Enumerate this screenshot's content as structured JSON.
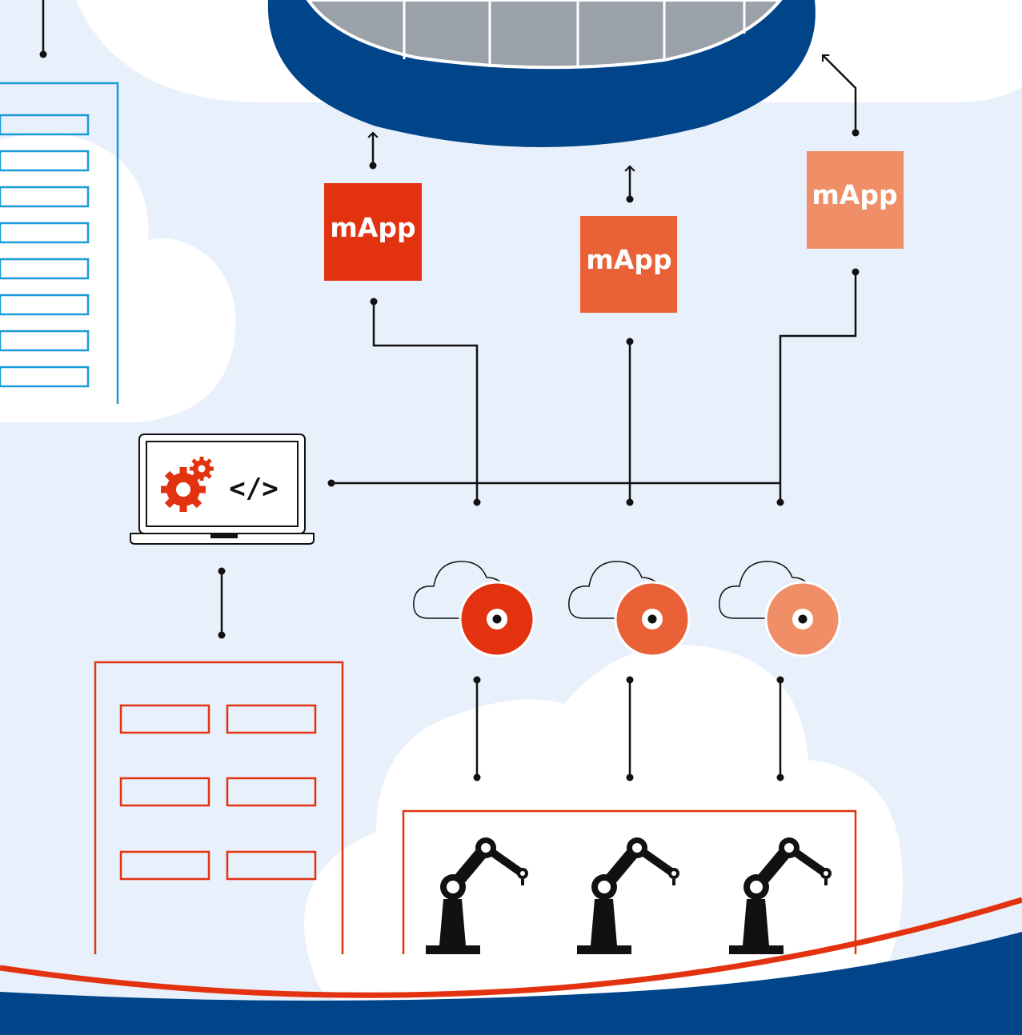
{
  "diagram": {
    "mapp_boxes": [
      {
        "label": "mApp",
        "color": "#e3320f"
      },
      {
        "label": "mApp",
        "color": "#ea6037"
      },
      {
        "label": "mApp",
        "color": "#f08f67"
      }
    ],
    "laptop": {
      "code_symbol": "</>",
      "icon": "gear-icon"
    },
    "service_nodes": [
      {
        "icon": "cloud-disc-icon",
        "color": "#e3320f"
      },
      {
        "icon": "cloud-disc-icon",
        "color": "#ea6037"
      },
      {
        "icon": "cloud-disc-icon",
        "color": "#f08f67"
      }
    ],
    "robots": [
      {
        "icon": "robot-arm-icon"
      },
      {
        "icon": "robot-arm-icon"
      },
      {
        "icon": "robot-arm-icon"
      }
    ],
    "colors": {
      "background": "#e8f0fb",
      "cloud": "#ffffff",
      "navy": "#004489",
      "blue_outline": "#1a9ad6",
      "red_outline": "#e3320f",
      "line": "#111111"
    }
  }
}
